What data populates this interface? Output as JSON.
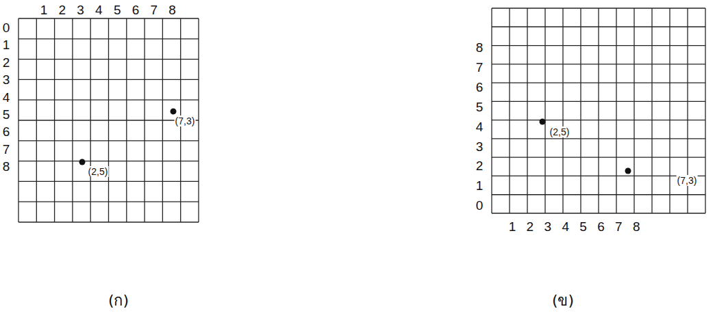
{
  "diagram": {
    "labels": [
      "1",
      "2",
      "3",
      "4",
      "5",
      "6",
      "7",
      "8",
      "0",
      "1",
      "2",
      "3",
      "4",
      "5",
      "6",
      "7",
      "8",
      "(7,3)",
      "(2,5)",
      "(ก)",
      "8",
      "7",
      "6",
      "5",
      "4",
      "3",
      "2",
      "1",
      "0",
      "(2,5)",
      "(7,3)",
      "1",
      "2",
      "3",
      "4",
      "5",
      "6",
      "7",
      "8",
      "(ข)"
    ]
  }
}
